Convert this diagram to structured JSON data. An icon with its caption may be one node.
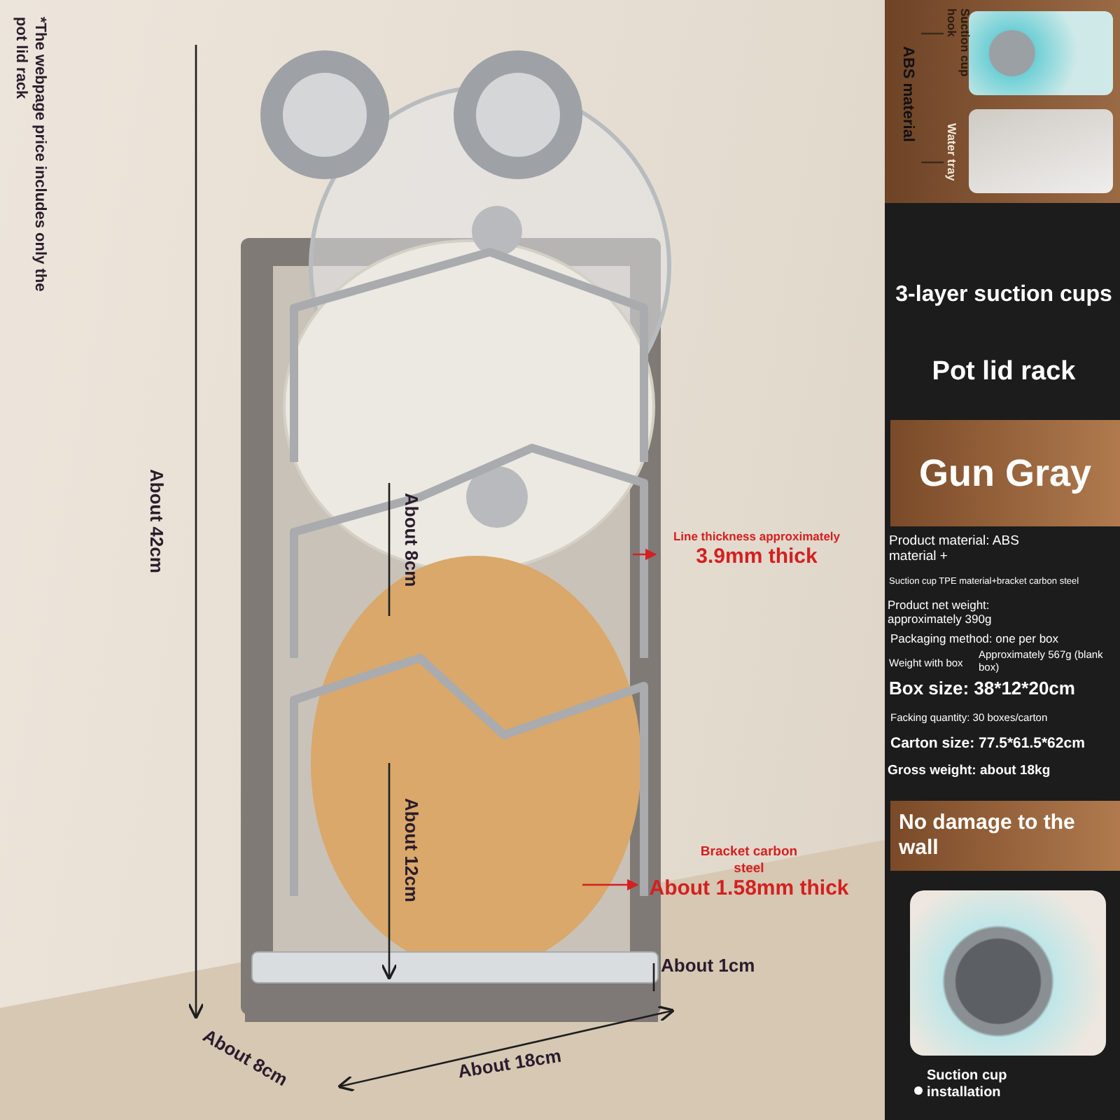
{
  "diagram": {
    "nodes": [
      {
        "text": [
          "Line thickness approximately",
          "3.9mm thick"
        ]
      },
      {
        "text": [
          "Bracket carbon steel",
          "About 1.58mm thick"
        ]
      },
      {
        "text": [
          "Suction cup hook"
        ]
      },
      {
        "text": [
          "Water tray"
        ]
      },
      {
        "text": [
          "ABS material"
        ]
      },
      {
        "text": [
          "Gun Gray"
        ]
      },
      {
        "text": [
          "No damage to the wall"
        ]
      }
    ],
    "edges": [
      {
        "from": null,
        "to": 0,
        "arrow": "to",
        "color": "#d42020"
      },
      {
        "from": null,
        "to": 1,
        "arrow": "to",
        "color": "#d42020"
      },
      {
        "from": 4,
        "to": 2,
        "arrow": "none",
        "color": "#3a2a1a"
      },
      {
        "from": 4,
        "to": 3,
        "arrow": "none",
        "color": "#3a2a1a"
      }
    ],
    "labels": [
      "*The webpage price includes only the pot lid rack",
      "About 42cm",
      "About 8cm",
      "About 12cm",
      "About 1cm",
      "About 8cm",
      "About 18cm",
      "3-layer suction cups",
      "Pot lid rack",
      "Product material: ABS material +",
      "Suction cup TPE material+bracket carbon steel",
      "Product net weight: approximately 390g",
      "Packaging method: one per box",
      "Weight with box",
      "Approximately 567g (blank box)",
      "Box size: 38*12*20cm",
      "Facking quantity: 30 boxes/carton",
      "Carton size: 77.5*61.5*62cm",
      "Gross weight: about 18kg",
      "Suction cup installation"
    ]
  }
}
